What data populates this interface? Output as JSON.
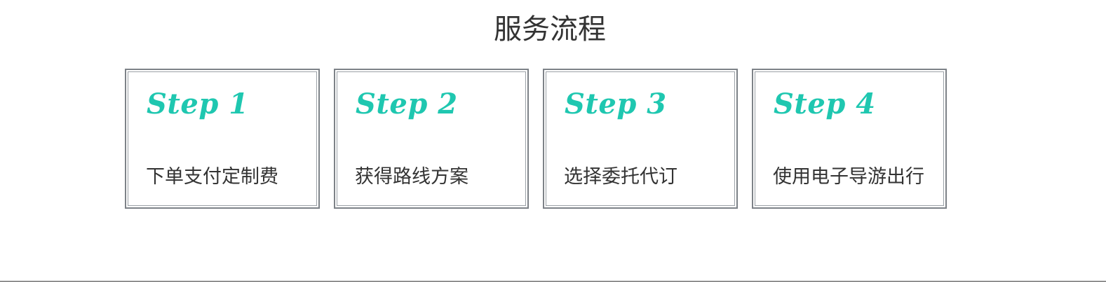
{
  "section": {
    "title": "服务流程"
  },
  "steps": [
    {
      "label": "Step 1",
      "text": "下单支付定制费"
    },
    {
      "label": "Step 2",
      "text": "获得路线方案"
    },
    {
      "label": "Step 3",
      "text": "选择委托代订"
    },
    {
      "label": "Step 4",
      "text": "使用电子导游出行"
    }
  ],
  "colors": {
    "accent": "#1fc7b0",
    "text": "#333333",
    "border": "#7d8288"
  }
}
